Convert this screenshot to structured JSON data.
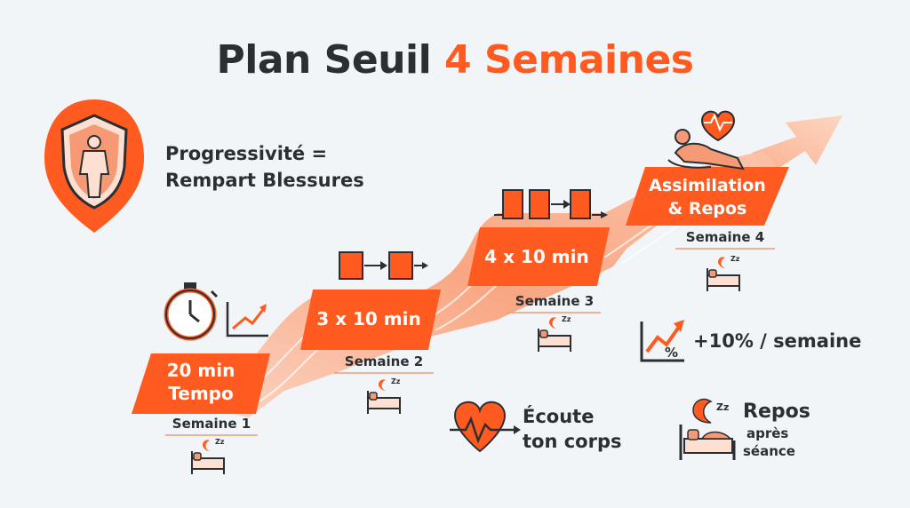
{
  "title": {
    "part1": "Plan Seuil ",
    "part2": "4 Semaines"
  },
  "shield": {
    "line1": "Progressivité =",
    "line2": "Rempart Blessures",
    "icon": "shield-body-icon"
  },
  "steps": [
    {
      "label_line1": "20 min",
      "label_line2": "Tempo",
      "week": "Semaine 1"
    },
    {
      "label_line1": "3 x 10 min",
      "label_line2": "",
      "week": "Semaine 2"
    },
    {
      "label_line1": "4 x 10 min",
      "label_line2": "",
      "week": "Semaine 3"
    },
    {
      "label_line1": "Assimilation",
      "label_line2": "& Repos",
      "week": "Semaine 4"
    }
  ],
  "tips": {
    "progress": "+10% / semaine",
    "percent_symbol": "%",
    "listen_line1": "Écoute",
    "listen_line2": "ton corps",
    "rest_line1": "Repos",
    "rest_line2": "après",
    "rest_line3": "séance",
    "zz": "Zz"
  },
  "colors": {
    "accent": "#ff5a1f",
    "dark": "#2b2f33",
    "light_accent": "#f7a07a",
    "peach": "#fde0d2"
  }
}
